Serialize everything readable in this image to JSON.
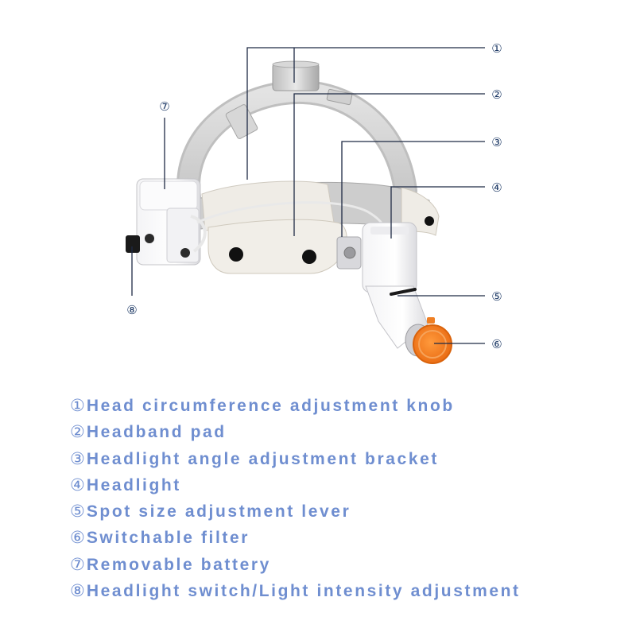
{
  "callouts": [
    {
      "marker": "①",
      "label": "Head circumference adjustment knob"
    },
    {
      "marker": "②",
      "label": "Headband pad"
    },
    {
      "marker": "③",
      "label": "Headlight angle adjustment bracket"
    },
    {
      "marker": "④",
      "label": "Headlight"
    },
    {
      "marker": "⑤",
      "label": "Spot size adjustment lever"
    },
    {
      "marker": "⑥",
      "label": "Switchable filter"
    },
    {
      "marker": "⑦",
      "label": "Removable battery"
    },
    {
      "marker": "⑧",
      "label": "Headlight switch/Light intensity adjustment"
    }
  ],
  "colors": {
    "leader": "#1e2a44",
    "legend_text": "#6f8ed0",
    "filter": "#f07c1e"
  }
}
